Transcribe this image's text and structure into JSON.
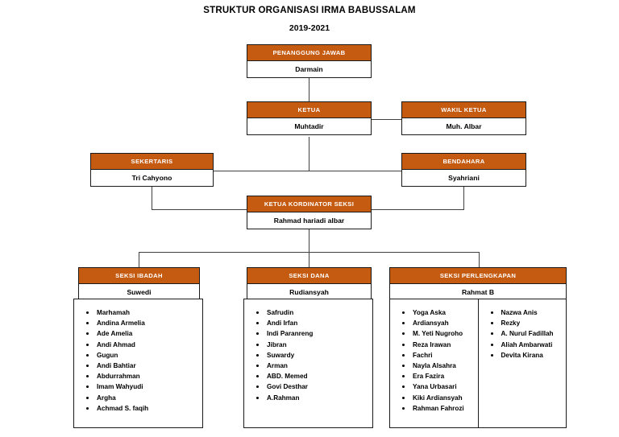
{
  "title": "STRUKTUR ORGANISASI IRMA BABUSSALAM",
  "subtitle": "2019-2021",
  "colors": {
    "header_fill": "#C55A11",
    "header_text": "#FFFFFF",
    "border": "#1A1A1A",
    "connector": "#404040"
  },
  "nodes": {
    "penanggung_jawab": {
      "role": "PENANGGUNG JAWAB",
      "name": "Darmain"
    },
    "ketua": {
      "role": "KETUA",
      "name": "Muhtadir"
    },
    "wakil_ketua": {
      "role": "WAKIL KETUA",
      "name": "Muh. Albar"
    },
    "sekertaris": {
      "role": "SEKERTARIS",
      "name": "Tri Cahyono"
    },
    "bendahara": {
      "role": "BENDAHARA",
      "name": "Syahriani"
    },
    "koordinator": {
      "role": "KETUA KORDINATOR SEKSI",
      "name": "Rahmad hariadi albar"
    },
    "seksi_ibadah": {
      "role": "SEKSI IBADAH",
      "name": "Suwedi"
    },
    "seksi_dana": {
      "role": "SEKSI DANA",
      "name": "Rudiansyah"
    },
    "seksi_perlengkapan": {
      "role": "SEKSI PERLENGKAPAN",
      "name": "Rahmat B"
    }
  },
  "members": {
    "ibadah": [
      "Marhamah",
      "Andina Armelia",
      "Ade Amelia",
      "Andi Ahmad",
      "Gugun",
      "Andi Bahtiar",
      "Abdurrahman",
      "Imam Wahyudi",
      "Argha",
      "Achmad S. faqih"
    ],
    "dana": [
      "Safrudin",
      "Andi Irfan",
      "Indi Paranreng",
      "Jibran",
      "Suwardy",
      "Arman",
      "ABD. Memed",
      "Govi Desthar",
      "A.Rahman"
    ],
    "perlengkapan_col1": [
      "Yoga Aska",
      "Ardiansyah",
      "M. Yeti Nugroho",
      "Reza Irawan",
      "Fachri",
      "Nayla Alsahra",
      "Era Fazira",
      "Yana Urbasari",
      "Kiki Ardiansyah",
      "Rahman Fahrozi"
    ],
    "perlengkapan_col2": [
      "Nazwa Anis",
      "Rezky",
      "A. Nurul Fadillah",
      "Aliah Ambarwati",
      "Devita Kirana"
    ]
  }
}
